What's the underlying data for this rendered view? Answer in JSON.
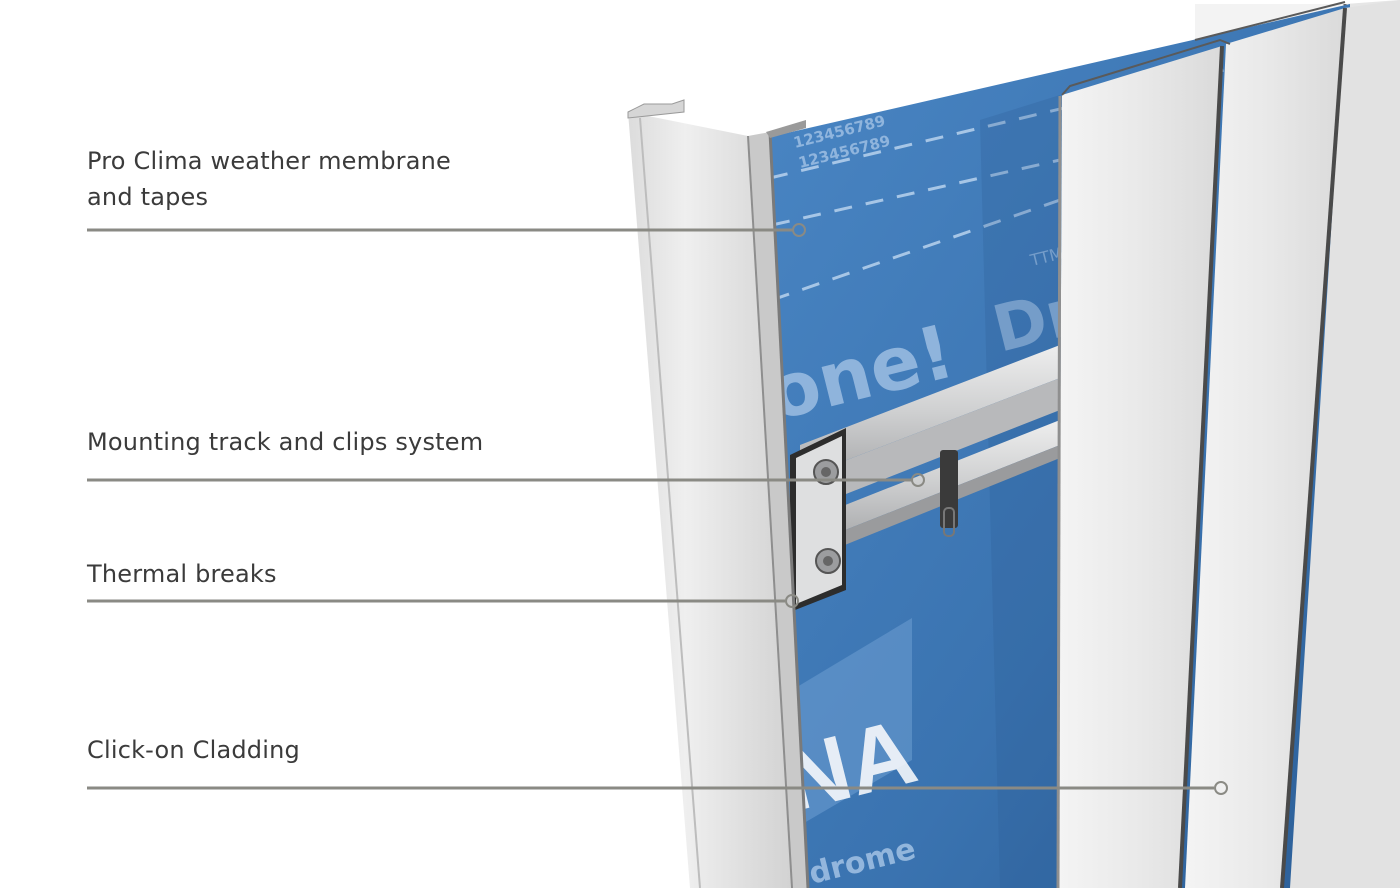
{
  "callouts": [
    {
      "id": "membrane",
      "lines": [
        "Pro Clima weather membrane",
        "and tapes"
      ]
    },
    {
      "id": "track",
      "lines": [
        "Mounting track and clips system"
      ]
    },
    {
      "id": "thermal",
      "lines": [
        "Thermal breaks"
      ]
    },
    {
      "id": "cladding",
      "lines": [
        "Click-on Cladding"
      ]
    }
  ],
  "membrane_print": {
    "big_text_1": "one!",
    "big_text_2": "Dr",
    "small_text": "TTM",
    "serial_1": "123456789",
    "serial_2": "123456789",
    "logo_text": "NA",
    "bottom_text": "drome"
  },
  "colors": {
    "background": "#ffffff",
    "label_text": "#3b3b3b",
    "leader_line": "#8a8a84",
    "membrane_blue": "#3d79b8",
    "membrane_dark": "#2a5d94",
    "cladding_light": "#ececec",
    "cladding_shadow": "#cfcfcf",
    "track_metal": "#d9dadb"
  }
}
